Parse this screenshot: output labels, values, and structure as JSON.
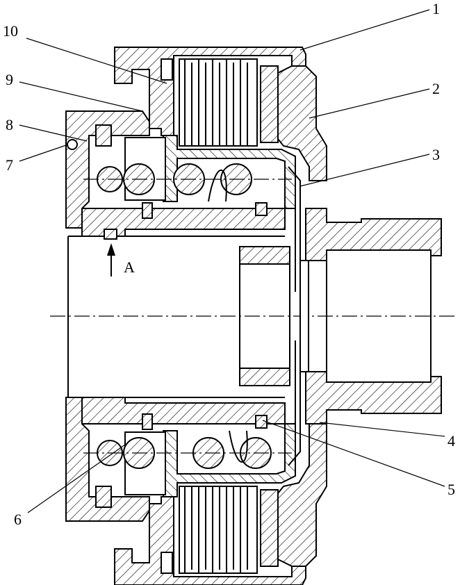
{
  "labels": {
    "l1": "1",
    "l2": "2",
    "l3": "3",
    "l4": "4",
    "l5": "5",
    "l6": "6",
    "l7": "7",
    "l8": "8",
    "l9": "9",
    "l10": "10",
    "view": "A"
  }
}
